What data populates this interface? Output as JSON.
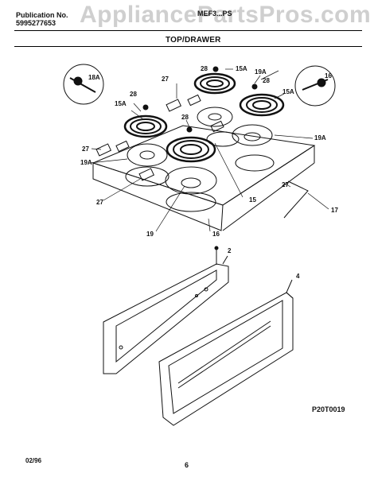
{
  "header": {
    "publication_label": "Publication No.",
    "publication_number": "5995277653",
    "model": "MEF3...PS",
    "section_title": "TOP/DRAWER"
  },
  "watermark": "AppliancePartsPros.com",
  "callouts": {
    "c18A": "18A",
    "c16": "16",
    "c28a": "28",
    "c15A_a": "15A",
    "c19A_a": "19A",
    "c28b": "28",
    "c27a": "27",
    "c15A_b": "15A",
    "c28c": "28",
    "c15A_c": "15A",
    "c28d": "28",
    "c27b": "27",
    "c19A_b": "19A",
    "c19A_c": "19A",
    "c27c": "27",
    "c27d": "27",
    "c15": "15",
    "c17": "17",
    "c19": "19",
    "c16b": "16",
    "c2": "2",
    "c4": "4"
  },
  "diagram_code": "P20T0019",
  "footer": {
    "date": "02/96",
    "page": "6"
  }
}
